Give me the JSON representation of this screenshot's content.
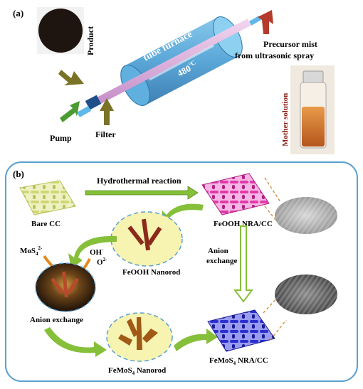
{
  "panel_a": {
    "label": "(a)",
    "product": "Product",
    "furnace": "tube furnace",
    "temperature": "480",
    "temperature_unit": "°C",
    "precursor_line1": "Precursor mist",
    "precursor_line2": "from ultrasonic spray",
    "mother_solution": "Mother solution",
    "pump": "Pump",
    "filter": "Filter"
  },
  "panel_b": {
    "label": "(b)",
    "hydrothermal": "Hydrothermal reaction",
    "bare_cc": "Bare CC",
    "feooh_nra": "FeOOH NRA/CC",
    "feooh_nanorod": "FeOOH Nanorod",
    "mos4": "MoS",
    "mos4_sub": "4",
    "mos4_sup": "2-",
    "oh": "OH",
    "oh_sup": "-",
    "o2": "O",
    "o2_sup": "2-",
    "anion_exchange_right_1": "Anion",
    "anion_exchange_right_2": "exchange",
    "anion_exchange_left": "Anion exchange",
    "femos4_nanorod_pre": "FeMoS",
    "femos4_nanorod_sub": "4",
    "femos4_nanorod_post": " Nanorod",
    "femos4_nra_pre": "FeMoS",
    "femos4_nra_sub": "4",
    "femos4_nra_post": " NRA/CC"
  },
  "colors": {
    "border": "#5aa0d0",
    "furnace": "#5aa9d8",
    "arrow_green": "#86bf3a",
    "arrow_olive": "#7a7326",
    "arrow_red": "#b53a2b",
    "precursor_text": "#8a1c12",
    "bare_cc": "#d9e08a",
    "feooh_cc": "#e03aa8",
    "femos4_cc": "#2b2fd0",
    "nanorod_bg": "#f7f3b0"
  }
}
